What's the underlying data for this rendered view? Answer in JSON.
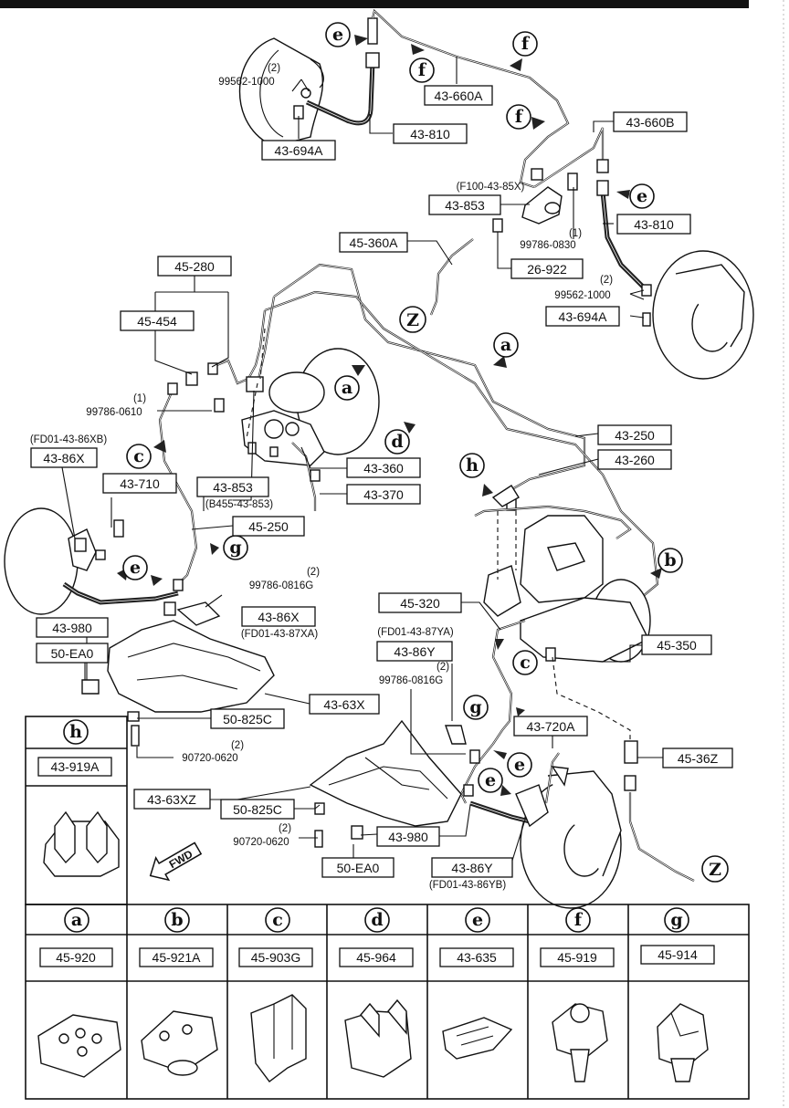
{
  "labels": {
    "p43_660A": "43-660A",
    "p43_810_top": "43-810",
    "p43_694A_top": "43-694A",
    "p99562_1000_top": "99562-1000",
    "q2_a": "(2)",
    "p43_660B": "43-660B",
    "fi00_43_85x": "(F100-43-85X)",
    "p43_853_top": "43-853",
    "p43_810_r": "43-810",
    "q1_a": "(1)",
    "p99786_0830": "99786-0830",
    "p45_360A": "45-360A",
    "p26_922": "26-922",
    "q2_b": "(2)",
    "p99562_1000_r": "99562-1000",
    "p43_694A_r": "43-694A",
    "p45_280": "45-280",
    "p45_454": "45-454",
    "q1_b": "(1)",
    "p99786_0610": "99786-0610",
    "fd01_43_86xb": "(FD01-43-86XB)",
    "p43_86X_l": "43-86X",
    "p43_710": "43-710",
    "p43_853_mid": "43-853",
    "b455_43_853": "(B455-43-853)",
    "p43_360": "43-360",
    "p43_370": "43-370",
    "p43_250": "43-250",
    "p43_260": "43-260",
    "p45_250": "45-250",
    "q2_c": "(2)",
    "p99786_0816G_l": "99786-0816G",
    "p43_86X_m": "43-86X",
    "fd01_43_87xa": "(FD01-43-87XA)",
    "p43_980_l": "43-980",
    "p50_EA0_l": "50-EA0",
    "p43_63X": "43-63X",
    "p50_825C_l": "50-825C",
    "q2_d": "(2)",
    "p90720_0620_l": "90720-0620",
    "p45_320": "45-320",
    "fd01_43_87ya": "(FD01-43-87YA)",
    "p43_86Y_top": "43-86Y",
    "q2_e": "(2)",
    "p99786_0816G_r": "99786-0816G",
    "p45_350": "45-350",
    "p43_720A": "43-720A",
    "p45_36Z": "45-36Z",
    "p43_63XZ": "43-63XZ",
    "p50_825C_m": "50-825C",
    "q2_f": "(2)",
    "p90720_0620_m": "90720-0620",
    "p43_980_m": "43-980",
    "p50_EA0_m": "50-EA0",
    "p43_86Y_bot": "43-86Y",
    "fd01_43_86yb": "(FD01-43-86YB)",
    "fwd": "FWD"
  },
  "callouts": {
    "a": "a",
    "b": "b",
    "c": "c",
    "d": "d",
    "e": "e",
    "f": "f",
    "g": "g",
    "h": "h",
    "z": "Z"
  },
  "clip_table": {
    "h": {
      "letter": "h",
      "part": "43-919A"
    },
    "columns": [
      {
        "letter": "a",
        "part": "45-920"
      },
      {
        "letter": "b",
        "part": "45-921A"
      },
      {
        "letter": "c",
        "part": "45-903G"
      },
      {
        "letter": "d",
        "part": "45-964"
      },
      {
        "letter": "e",
        "part": "43-635"
      },
      {
        "letter": "f",
        "part": "45-919"
      },
      {
        "letter": "g",
        "part": "45-914"
      }
    ]
  }
}
